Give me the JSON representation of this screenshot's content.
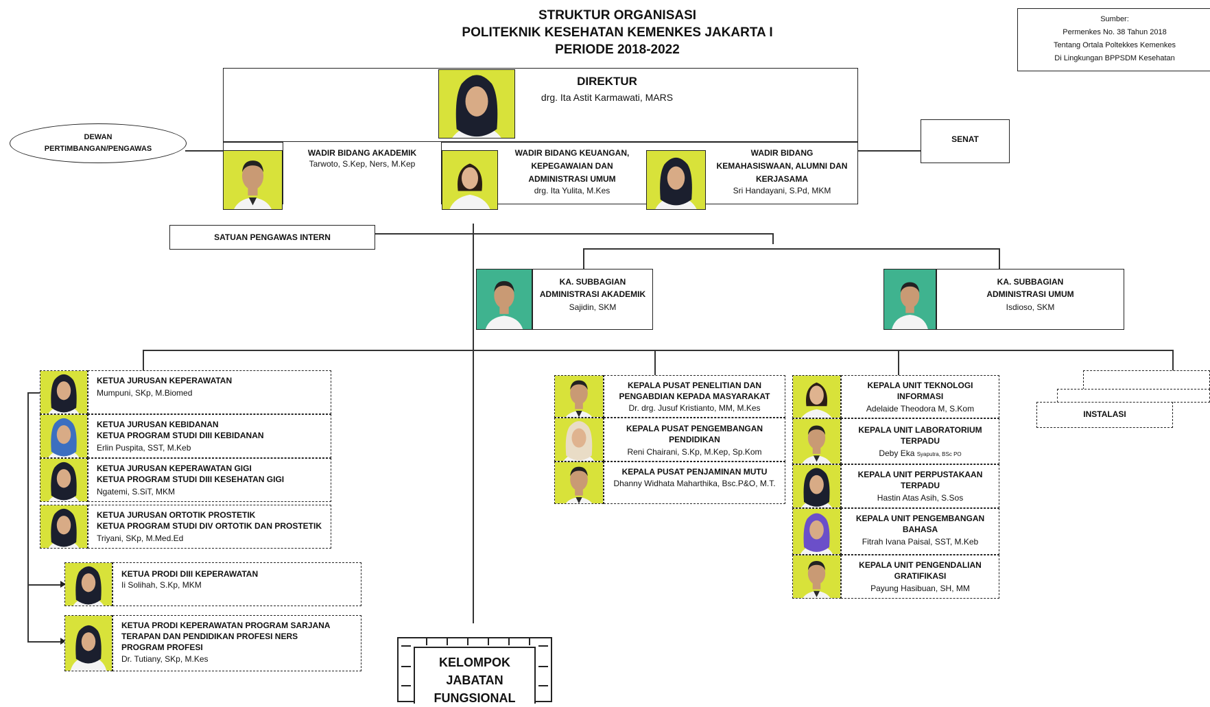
{
  "header": {
    "line1": "STRUKTUR ORGANISASI",
    "line2": "POLITEKNIK KESEHATAN KEMENKES JAKARTA I",
    "line3": "PERIODE 2018-2022"
  },
  "source_note": {
    "line1": "Sumber:",
    "line2": "Permenkes No. 38 Tahun 2018",
    "line3": "Tentang Ortala Poltekkes Kemenkes",
    "line4": "Di Lingkungan BPPSDM Kesehatan"
  },
  "direktur": {
    "title": "DIREKTUR",
    "name": "drg. Ita Astit Karmawati, MARS"
  },
  "dewan": {
    "line1": "DEWAN",
    "line2": "PERTIMBANGAN/PENGAWAS"
  },
  "senat": {
    "label": "SENAT"
  },
  "wadir": [
    {
      "title": "WADIR BIDANG AKADEMIK",
      "name": "Tarwoto, S.Kep, Ners,  M.Kep"
    },
    {
      "title1": "WADIR BIDANG KEUANGAN,",
      "title2": "KEPEGAWAIAN DAN",
      "title3": "ADMINISTRASI UMUM",
      "name": "drg. Ita Yulita, M.Kes"
    },
    {
      "title1": "WADIR BIDANG",
      "title2": "KEMAHASISWAAN, ALUMNI DAN",
      "title3": "KERJASAMA",
      "name": "Sri Handayani, S.Pd, MKM"
    }
  ],
  "spi": {
    "label": "SATUAN PENGAWAS INTERN"
  },
  "subbagian": [
    {
      "title1": "KA. SUBBAGIAN",
      "title2": "ADMINISTRASI AKADEMIK",
      "name": "Sajidin, SKM"
    },
    {
      "title1": "KA. SUBBAGIAN",
      "title2": "ADMINISTRASI UMUM",
      "name": "Isdioso, SKM"
    }
  ],
  "jurusan": [
    {
      "title1": "KETUA JURUSAN KEPERAWATAN",
      "title2": "",
      "name": "Mumpuni, SKp, M.Biomed"
    },
    {
      "title1": "KETUA JURUSAN KEBIDANAN",
      "title2": "KETUA PROGRAM STUDI DIII KEBIDANAN",
      "name": "Erlin Puspita, SST, M.Keb"
    },
    {
      "title1": "KETUA JURUSAN KEPERAWATAN GIGI",
      "title2": "KETUA PROGRAM STUDI DIII KESEHATAN GIGI",
      "name": "Ngatemi, S.SiT, MKM"
    },
    {
      "title1": "KETUA JURUSAN ORTOTIK PROSTETIK",
      "title2": "KETUA PROGRAM STUDI DIV ORTOTIK DAN PROSTETIK",
      "name": "Triyani, SKp, M.Med.Ed"
    }
  ],
  "prodi": [
    {
      "title1": "KETUA PRODI DIII KEPERAWATAN",
      "name": "Ii Solihah, S.Kp, MKM"
    },
    {
      "title1": "KETUA PRODI KEPERAWATAN PROGRAM SARJANA",
      "title2": "TERAPAN DAN PENDIDIKAN PROFESI NERS",
      "title3": "PROGRAM PROFESI",
      "name": "Dr. Tutiany, SKp, M.Kes"
    }
  ],
  "pusat": [
    {
      "title1": "KEPALA PUSAT PENELITIAN DAN",
      "title2": "PENGABDIAN KEPADA MASYARAKAT",
      "name": "Dr. drg. Jusuf Kristianto, MM, M.Kes"
    },
    {
      "title1": "KEPALA PUSAT PENGEMBANGAN",
      "title2": "PENDIDIKAN",
      "name": "Reni Chairani, S.Kp, M.Kep, Sp.Kom"
    },
    {
      "title1": "KEPALA PUSAT PENJAMINAN MUTU",
      "title2": "",
      "name": "Dhanny Widhata Maharthika, Bsc.P&O, M.T."
    }
  ],
  "unit": [
    {
      "title1": "KEPALA UNIT TEKNOLOGI",
      "title2": "INFORMASI",
      "name": "Adelaide Theodora M, S.Kom"
    },
    {
      "title1": "KEPALA UNIT LABORATORIUM",
      "title2": "TERPADU",
      "name": "Deby Eka",
      "name_small": "Syaputra, BSc PO"
    },
    {
      "title1": "KEPALA UNIT PERPUSTAKAAN",
      "title2": "TERPADU",
      "name": "Hastin Atas Asih, S.Sos"
    },
    {
      "title1": "KEPALA UNIT PENGEMBANGAN",
      "title2": "BAHASA",
      "name": "Fitrah Ivana Paisal, SST, M.Keb"
    },
    {
      "title1": "KEPALA UNIT PENGENDALIAN",
      "title2": "GRATIFIKASI",
      "name": "Payung Hasibuan, SH, MM"
    }
  ],
  "instalasi": {
    "label": "INSTALASI"
  },
  "kjf": {
    "line1": "KELOMPOK JABATAN",
    "line2": "FUNGSIONAL"
  },
  "colors": {
    "photo_bg": "#d8e23a",
    "line": "#333333",
    "hijab_dark": "#1b1f2e",
    "hijab_blue": "#3c6fc0",
    "hijab_purple": "#6b4fc9",
    "shirt": "#f4f4f4"
  }
}
